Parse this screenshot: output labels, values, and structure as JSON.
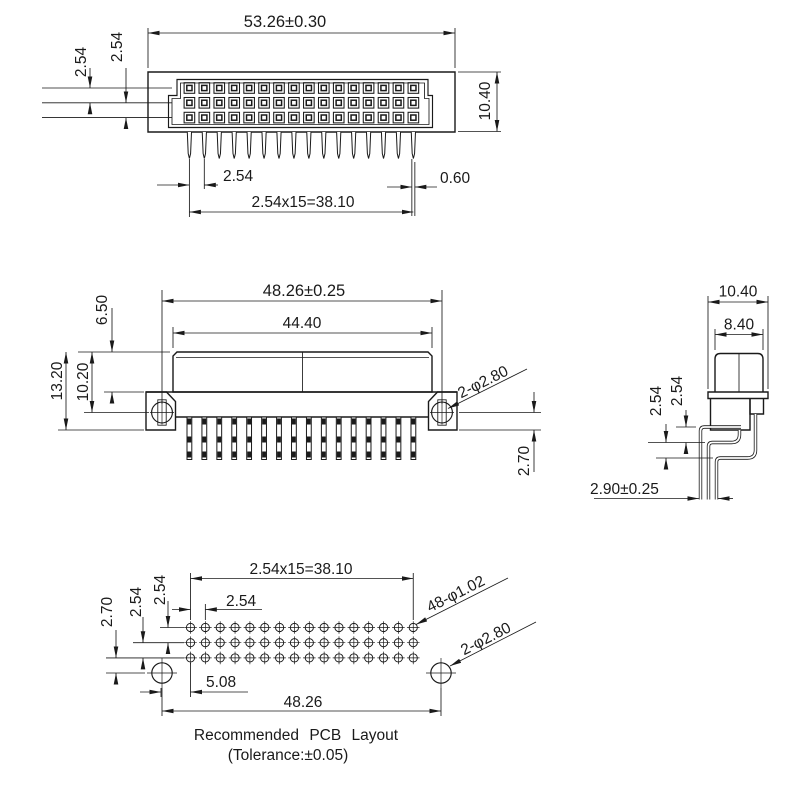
{
  "views": {
    "front": {
      "contact_rows": 3,
      "contact_cols": 16,
      "pin_count": 16,
      "dims": {
        "overall_width": "53.26±0.30",
        "body_height": "10.40",
        "row_pitch_top": "2.54",
        "row_pitch_bottom": "2.54",
        "pin_pitch": "2.54",
        "pin_span": "2.54x15=38.10",
        "pin_width": "0.60"
      }
    },
    "elevation": {
      "pin_count": 16,
      "dims": {
        "mount_span": "48.26±0.25",
        "body_width": "44.40",
        "body_top_to_flange": "6.50",
        "flange_total": "13.20",
        "hole_center": "10.20",
        "mount_hole_note": "2-φ2.80",
        "pin_below": "2.70"
      }
    },
    "side": {
      "dims": {
        "overall_depth": "10.40",
        "cap_depth": "8.40",
        "row_pitch_upper": "2.54",
        "row_pitch_lower": "2.54",
        "tail_spread": "2.90±0.25"
      }
    },
    "pcb": {
      "hole_rows": 3,
      "hole_cols": 16,
      "mount_hole_count": 2,
      "dims": {
        "hole_span": "2.54x15=38.10",
        "hole_pitch": "2.54",
        "row_pitch_a": "2.54",
        "row_pitch_b": "2.54",
        "row_to_mount": "2.70",
        "mount_to_first_col": "5.08",
        "mount_span": "48.26",
        "signal_hole_note": "48-φ1.02",
        "mount_hole_note": "2-φ2.80"
      },
      "caption_line1": "Recommended PCB Layout",
      "caption_line2": "(Tolerance:±0.05)"
    }
  }
}
